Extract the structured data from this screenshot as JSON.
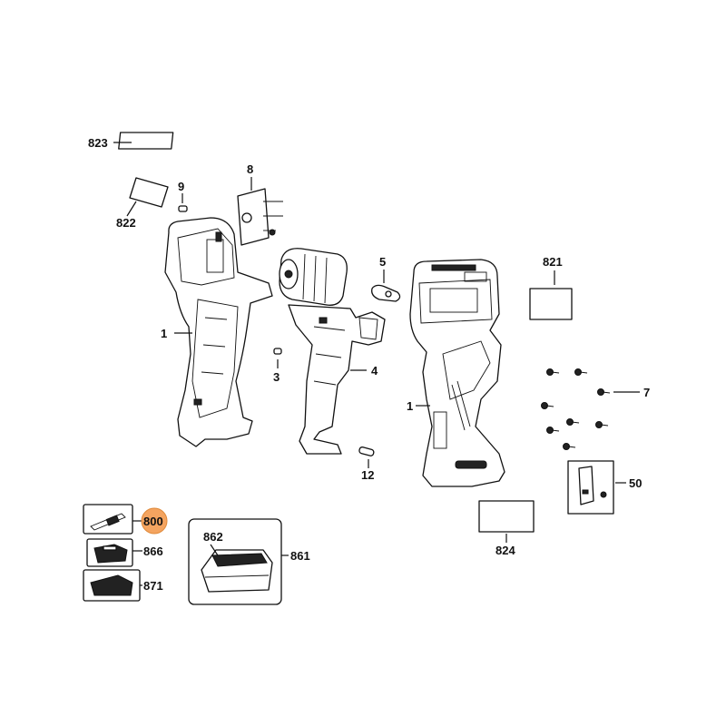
{
  "callouts": {
    "p823": "823",
    "p822": "822",
    "p9": "9",
    "p8": "8",
    "p1_left": "1",
    "p3": "3",
    "p5": "5",
    "p4": "4",
    "p12": "12",
    "p821": "821",
    "p1_right": "1",
    "p7": "7",
    "p50": "50",
    "p800": "800",
    "p866": "866",
    "p862": "862",
    "p861": "861",
    "p871": "871",
    "p824": "824"
  },
  "highlight_color": "#f4a460"
}
